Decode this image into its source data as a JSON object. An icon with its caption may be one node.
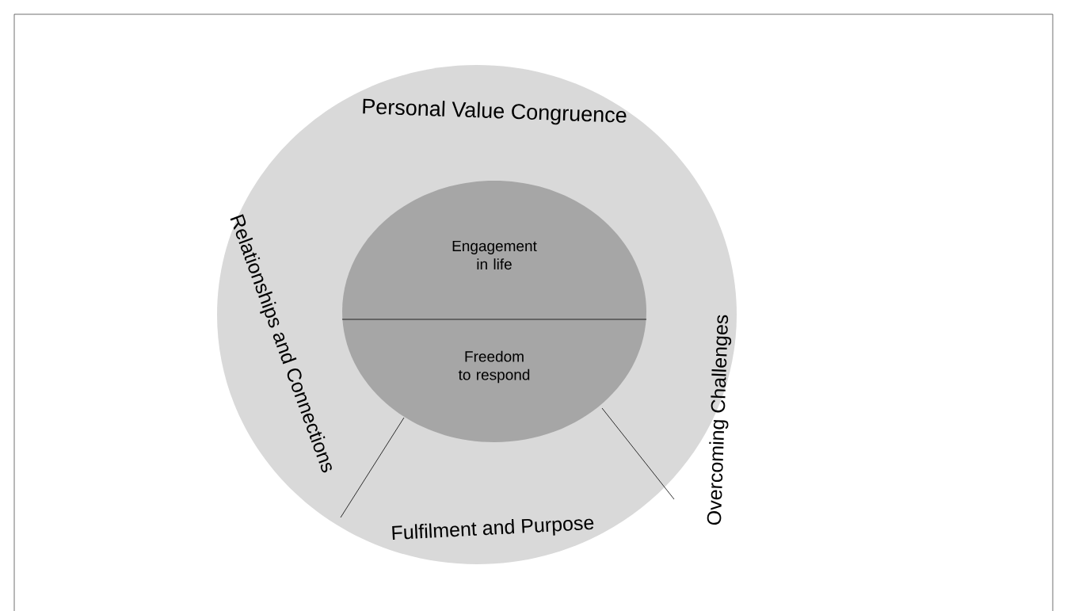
{
  "diagram": {
    "nodes": [
      {
        "text": [
          "Personal Value  Congruence",
          "Relationships and Connections",
          "Overcoming Challenges",
          "Fulfilment and Purpose"
        ]
      },
      {
        "text": [
          "Engagement in life",
          "Freedom to respond"
        ],
        "in": 0
      }
    ]
  }
}
